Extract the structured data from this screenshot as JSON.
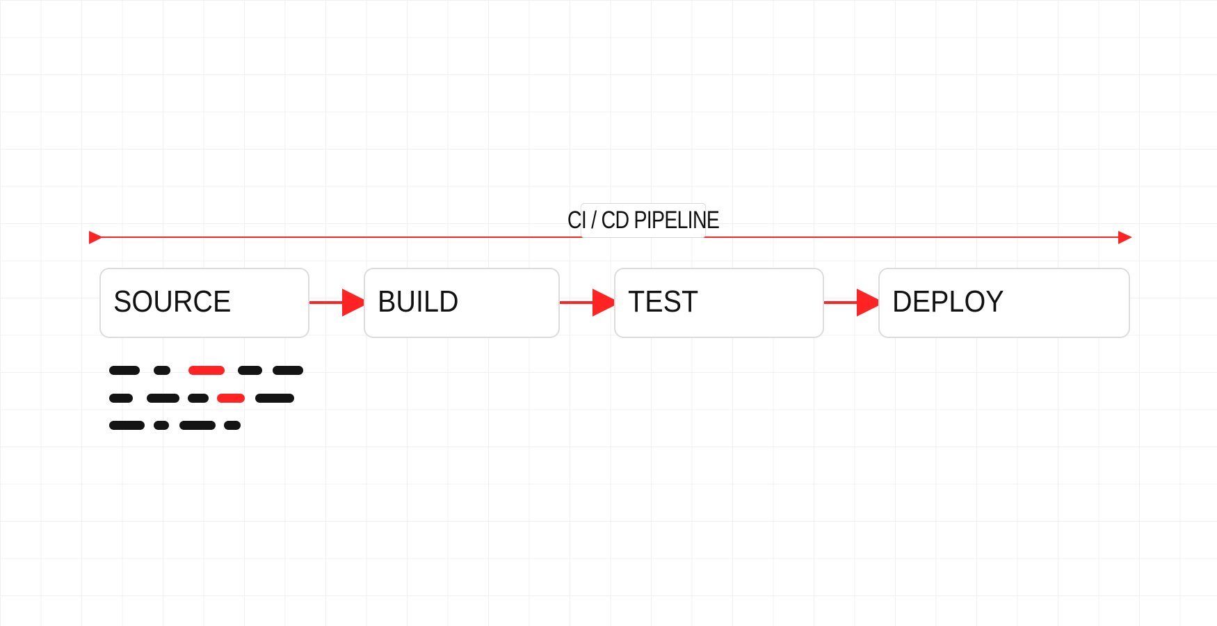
{
  "diagram": {
    "title": "CI / CD PIPELINE",
    "stages": [
      {
        "id": "source",
        "label": "SOURCE"
      },
      {
        "id": "build",
        "label": "BUILD"
      },
      {
        "id": "test",
        "label": "TEST"
      },
      {
        "id": "deploy",
        "label": "DEPLOY"
      }
    ],
    "code_lines": [
      [
        "dark",
        "dark",
        "accent",
        "dark",
        "dark"
      ],
      [
        "dark",
        "dark",
        "dark",
        "accent",
        "dark"
      ],
      [
        "dark",
        "dark",
        "dark",
        "dark"
      ]
    ]
  },
  "colors": {
    "accent": "#ff2323",
    "box_border": "#dcdcdc",
    "text": "#111111",
    "code_dark": "#141414",
    "grid": "#f0f0f0"
  }
}
